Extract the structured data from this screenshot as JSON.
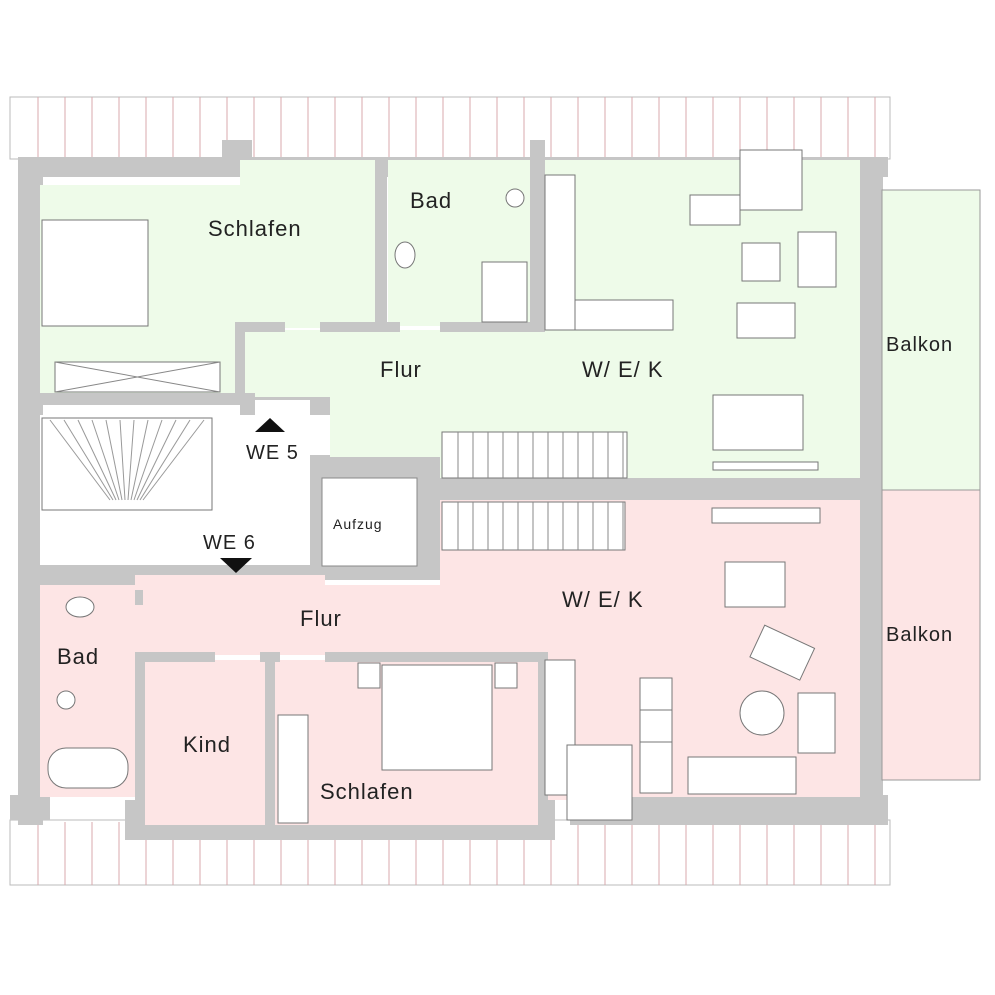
{
  "colors": {
    "unit_we5": "#eefbe9",
    "unit_we6": "#fde5e5",
    "wall": "#c6c6c6",
    "roof_line": "#d9a9ad"
  },
  "unit_we5": {
    "entry_label": "WE 5",
    "rooms": {
      "schlafen": "Schlafen",
      "bad": "Bad",
      "flur": "Flur",
      "wek": "W/ E/ K",
      "balkon": "Balkon"
    }
  },
  "unit_we6": {
    "entry_label": "WE 6",
    "rooms": {
      "bad": "Bad",
      "kind": "Kind",
      "schlafen": "Schlafen",
      "flur": "Flur",
      "wek": "W/ E/ K",
      "balkon": "Balkon"
    }
  },
  "core": {
    "aufzug": "Aufzug"
  }
}
